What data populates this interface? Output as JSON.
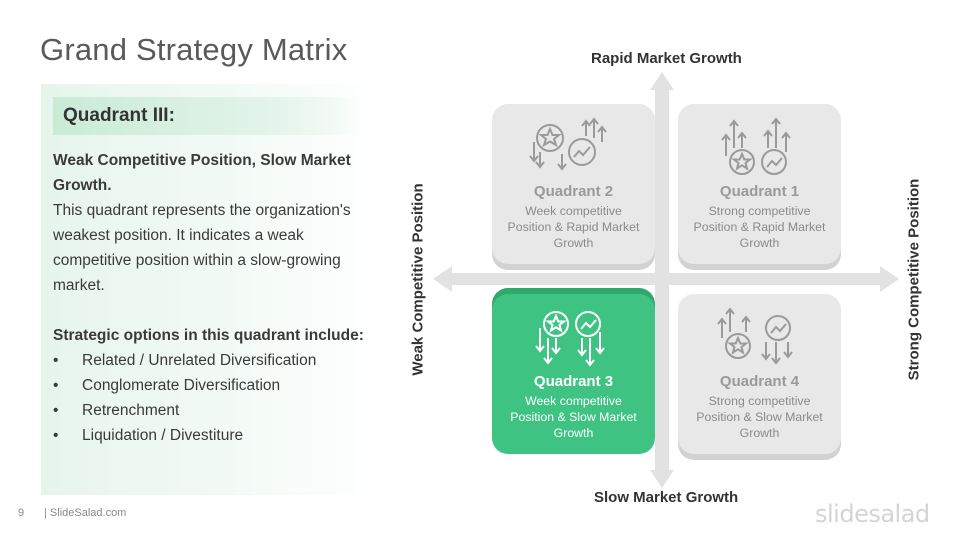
{
  "title": "Grand Strategy Matrix",
  "panel": {
    "heading": "Quadrant III:",
    "subheading_line1": "Weak Competitive Position, Slow Market",
    "subheading_line2": "Growth.",
    "description_lines": [
      "This quadrant represents  the organization's",
      "weakest position. It indicates a weak",
      "competitive position within a slow-growing",
      "market."
    ],
    "options_heading": "Strategic options in this quadrant include:",
    "options": [
      "Related / Unrelated Diversification",
      "Conglomerate Diversification",
      "Retrenchment",
      "Liquidation / Divestiture"
    ]
  },
  "axes": {
    "top": "Rapid Market Growth",
    "bottom": "Slow Market Growth",
    "left": "Weak Competitive Position",
    "right": "Strong Competitive Position"
  },
  "quadrants": {
    "q2": {
      "title": "Quadrant 2",
      "desc_lines": [
        "Week competitive",
        "Position & Rapid Market",
        "Growth"
      ]
    },
    "q1": {
      "title": "Quadrant 1",
      "desc_lines": [
        "Strong competitive",
        "Position & Rapid Market",
        "Growth"
      ]
    },
    "q3": {
      "title": "Quadrant 3",
      "desc_lines": [
        "Week competitive",
        "Position & Slow Market",
        "Growth"
      ]
    },
    "q4": {
      "title": "Quadrant 4",
      "desc_lines": [
        "Strong competitive",
        "Position & Slow Market",
        "Growth"
      ]
    }
  },
  "active_quadrant": "q3",
  "colors": {
    "accent": "#3fc383",
    "inactive": "#e8e8e8",
    "icon_inactive": "#9a9a9a",
    "icon_active": "#ffffff"
  },
  "icons": {
    "star": "star-badge-icon",
    "growth": "growth-chart-icon",
    "arrows_up": "arrows-up-icon",
    "arrows_down": "arrows-down-icon"
  },
  "footer": {
    "page_number": "9",
    "site": "| SlideSalad.com",
    "logo": "slidesalad"
  }
}
